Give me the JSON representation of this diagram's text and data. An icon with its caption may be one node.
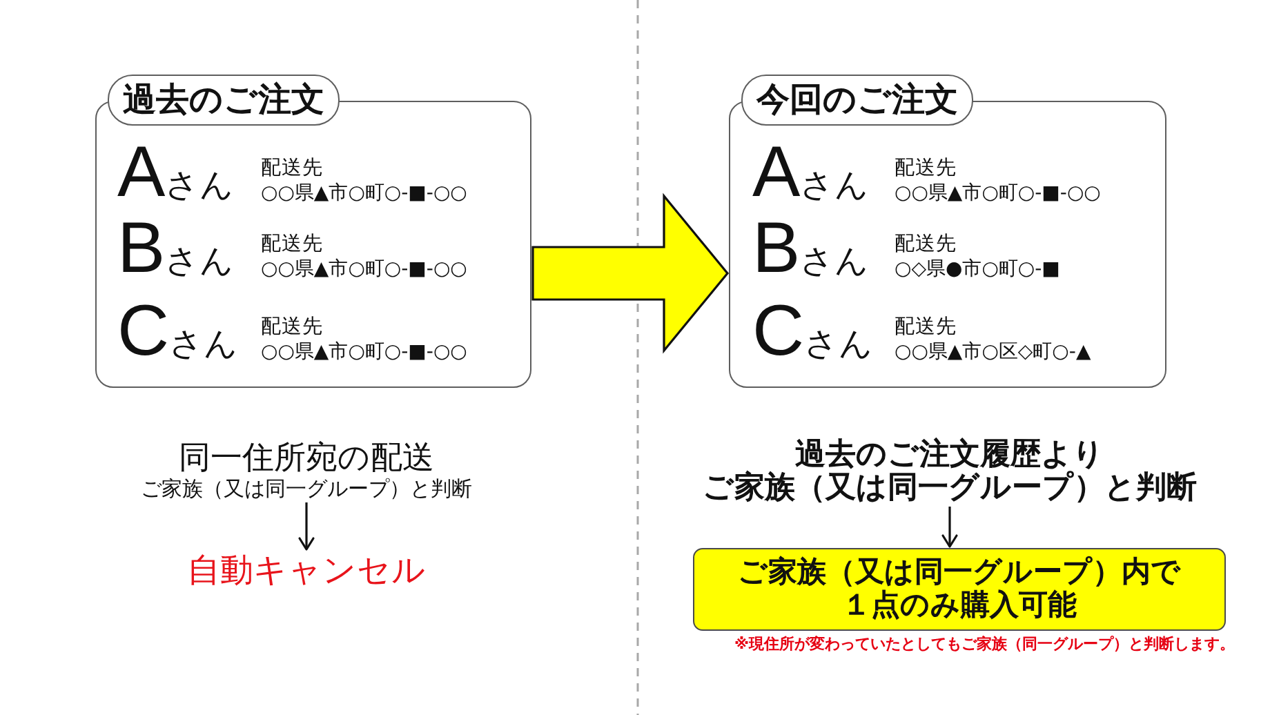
{
  "diagram": {
    "nodes": [
      {
        "text": [
          "過去のご注文",
          "Aさん",
          "配送先",
          "○○県▲市○町○-■-○○",
          "Bさん",
          "配送先",
          "○○県▲市○町○-■-○○",
          "Cさん",
          "配送先",
          "○○県▲市○町○-■-○○"
        ]
      },
      {
        "text": [
          "今回のご注文",
          "Aさん",
          "配送先",
          "○○県▲市○町○-■-○○",
          "Bさん",
          "配送先",
          "○◇県●市○町○-■",
          "Cさん",
          "配送先",
          "○○県▲市○区◇町○-▲"
        ]
      },
      {
        "text": [
          "同一住所宛の配送",
          "ご家族（又は同一グループ）と判断"
        ]
      },
      {
        "text": [
          "自動キャンセル"
        ]
      },
      {
        "text": [
          "過去のご注文履歴よりご家族（又は同一グループ）と判断"
        ]
      },
      {
        "text": [
          "ご家族（又は同一グループ）内で１点のみ購入可能"
        ],
        "beside": [
          "※現住所が変わっていたとしてもご家族（同一グループ）と判断します。"
        ]
      }
    ],
    "edges": [
      {
        "from": 0,
        "to": 1,
        "arrow": "to",
        "style": "thick",
        "color": "#ffff00"
      },
      {
        "from": 2,
        "to": 3,
        "arrow": "to"
      },
      {
        "from": 4,
        "to": 5,
        "arrow": "to"
      }
    ]
  }
}
